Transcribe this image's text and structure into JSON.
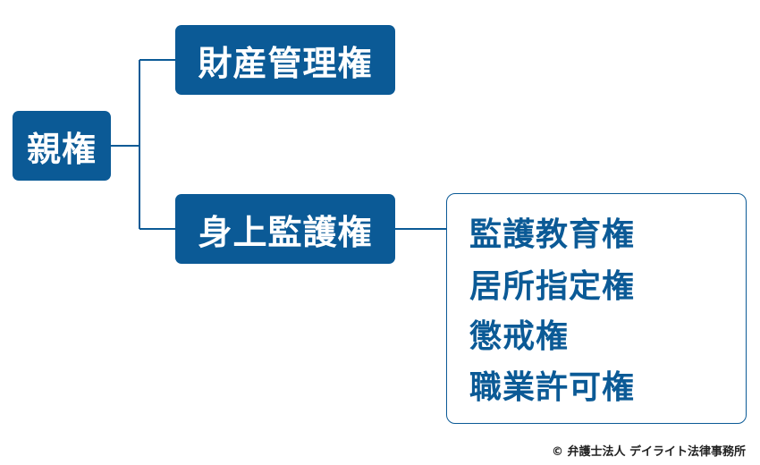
{
  "root": {
    "label": "親権"
  },
  "branches": [
    {
      "label": "財産管理権"
    },
    {
      "label": "身上監護権"
    }
  ],
  "details": [
    "監護教育権",
    "居所指定権",
    "懲戒権",
    "職業許可権"
  ],
  "copyright": "© 弁護士法人 デイライト法律事務所",
  "colors": {
    "accent": "#0b5a96",
    "background": "#ffffff"
  }
}
